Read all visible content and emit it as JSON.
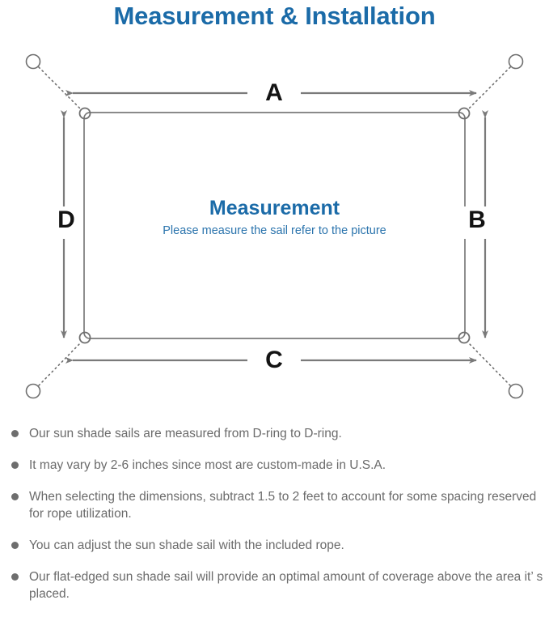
{
  "title": "Measurement & Installation",
  "colors": {
    "title_blue": "#1b6ba8",
    "center_title_blue": "#1b6ba8",
    "center_sub_blue": "#2b74ad",
    "line_gray": "#7a7a7a",
    "text_gray": "#6b6b6b",
    "bullet_gray": "#6e6e6e",
    "background": "#ffffff"
  },
  "diagram": {
    "center_title": "Measurement",
    "center_subtitle": "Please measure the sail refer to the picture",
    "dimensions": {
      "top": "A",
      "right": "B",
      "bottom": "C",
      "left": "D"
    },
    "shape": "rectangle-sun-shade-sail",
    "corner_hardware": "d-ring",
    "corner_count": 4,
    "rope_style": "dotted",
    "anchor_point_count": 4
  },
  "notes": [
    "Our sun shade sails are measured from D-ring to D-ring.",
    "It may vary by 2-6 inches since most are custom-made in U.S.A.",
    "When selecting the dimensions, subtract 1.5 to 2 feet to account for some spacing reserved for rope utilization.",
    "You can adjust the sun shade sail with the included rope.",
    "Our flat-edged sun shade sail will provide an optimal amount of coverage above the area it’ s placed."
  ]
}
